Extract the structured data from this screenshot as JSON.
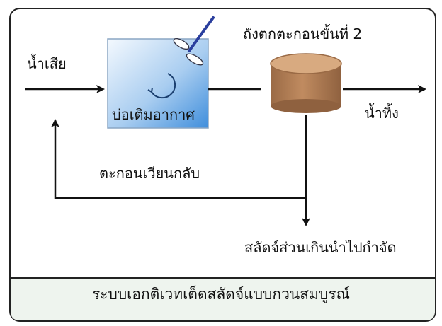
{
  "diagram": {
    "labels": {
      "influent": "น้ำเสีย",
      "aeration_tank": "บ่อเติมอากาศ",
      "secondary_clarifier": "ถังตกตะกอนขั้นที่ 2",
      "effluent": "น้ำทิ้ง",
      "return_sludge": "ตะกอนเวียนกลับ",
      "excess_sludge": "สลัดจ์ส่วนเกินนำไปกำจัด"
    },
    "caption": "ระบบเอกติเวทเต็ดสลัดจ์แบบกวนสมบูรณ์"
  },
  "colors": {
    "aeration_gradient_top": "#eef6fd",
    "aeration_gradient_bottom": "#4f9ae0",
    "clarifier": "#b9855b",
    "clarifier_top": "#d8aa80",
    "caption_band": "#eef4ee",
    "line": "#111111"
  },
  "icons": {
    "stirrer": "mixer-icon",
    "swirl": "circulation-icon"
  }
}
